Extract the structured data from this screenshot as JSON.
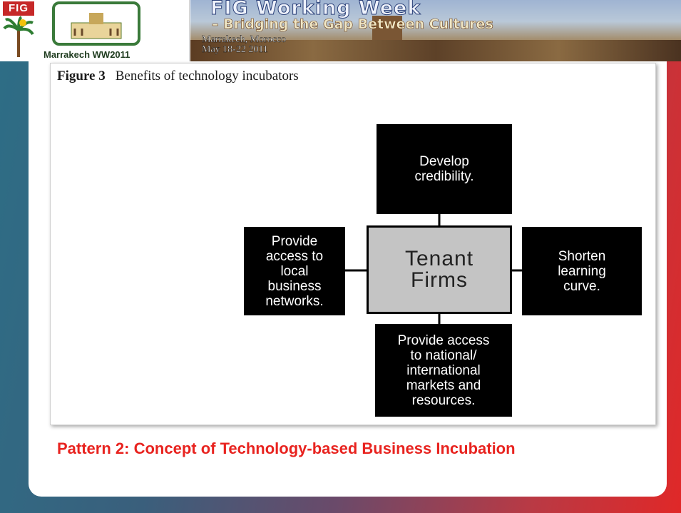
{
  "banner": {
    "fig_logo_text": "FIG",
    "event_logo_text": "Marrakech WW2011",
    "title": "FIG Working Week",
    "subtitle": "– Bridging the Gap Between Cultures",
    "location": "Marrakech, Morocco",
    "dates": "May 18-22 2011"
  },
  "figure": {
    "number": "Figure 3",
    "title": "Benefits of technology incubators"
  },
  "diagram": {
    "center": "Tenant\nFirms",
    "top": "Develop\ncredibility.",
    "left": "Provide\naccess to\nlocal\nbusiness\nnetworks.",
    "right": "Shorten\nlearning\ncurve.",
    "bottom": "Provide access\nto national/\ninternational\nmarkets and\nresources."
  },
  "caption": "Pattern 2: Concept of Technology-based Business Incubation",
  "colors": {
    "caption": "#e8231f",
    "box_fill": "#000000",
    "center_fill": "#c4c4c4"
  }
}
